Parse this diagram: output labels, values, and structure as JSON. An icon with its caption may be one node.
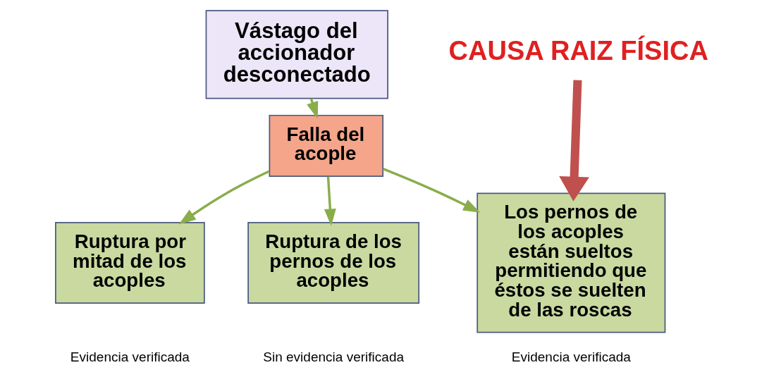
{
  "diagram": {
    "nodes": [
      {
        "text": [
          "Vástago del accionador desconectado"
        ]
      },
      {
        "text": [
          "Falla del acople"
        ]
      },
      {
        "text": [
          "Ruptura por mitad de los acoples"
        ],
        "beside": [
          "Evidencia verificada"
        ]
      },
      {
        "text": [
          "Ruptura de los pernos de los acoples"
        ],
        "beside": [
          "Sin evidencia verificada"
        ]
      },
      {
        "text": [
          "Los pernos de los acoples están sueltos permitiendo que éstos se suelten de las roscas"
        ],
        "beside": [
          "Evidencia verificada"
        ]
      },
      {
        "text": [
          "CAUSA RAIZ FÍSICA"
        ]
      }
    ],
    "edges": [
      {
        "from": 0,
        "to": 1,
        "arrow": "to"
      },
      {
        "from": 1,
        "to": 2,
        "arrow": "to"
      },
      {
        "from": 1,
        "to": 3,
        "arrow": "to"
      },
      {
        "from": 1,
        "to": 4,
        "arrow": "to"
      },
      {
        "from": 5,
        "to": 4,
        "arrow": "to",
        "style": "thick",
        "color": "#c0504d"
      }
    ]
  }
}
